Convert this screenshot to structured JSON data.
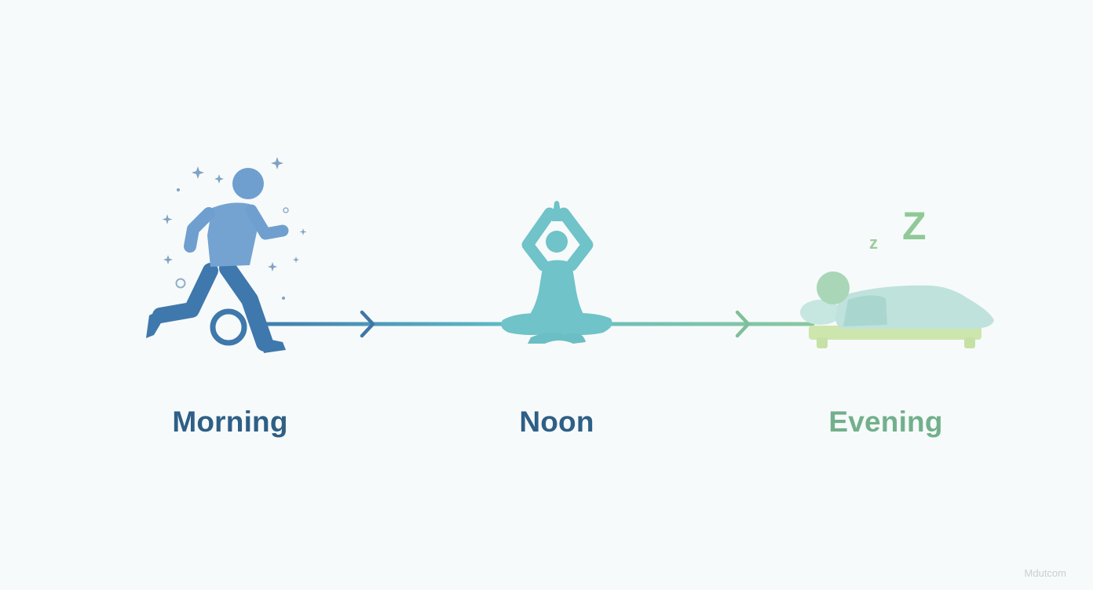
{
  "stages": [
    {
      "label": "Morning",
      "color": "#2e5f86",
      "icon": "running-person-icon"
    },
    {
      "label": "Noon",
      "color": "#2e5f86",
      "icon": "meditating-person-icon"
    },
    {
      "label": "Evening",
      "color": "#72b08c",
      "icon": "sleeping-person-icon"
    }
  ],
  "sleep_symbol_small": "z",
  "sleep_symbol_large": "Z",
  "watermark": "Mdutcom",
  "colors": {
    "background": "#f7fafa",
    "line_start": "#3f7cad",
    "line_mid": "#5fbcc6",
    "line_end": "#8cc7a0",
    "runner_body": "#6e9fcf",
    "runner_legs": "#3e78ac",
    "yoga": "#6fc3c9",
    "sleeper": "#b6ded8",
    "bed": "#cde6ad"
  }
}
